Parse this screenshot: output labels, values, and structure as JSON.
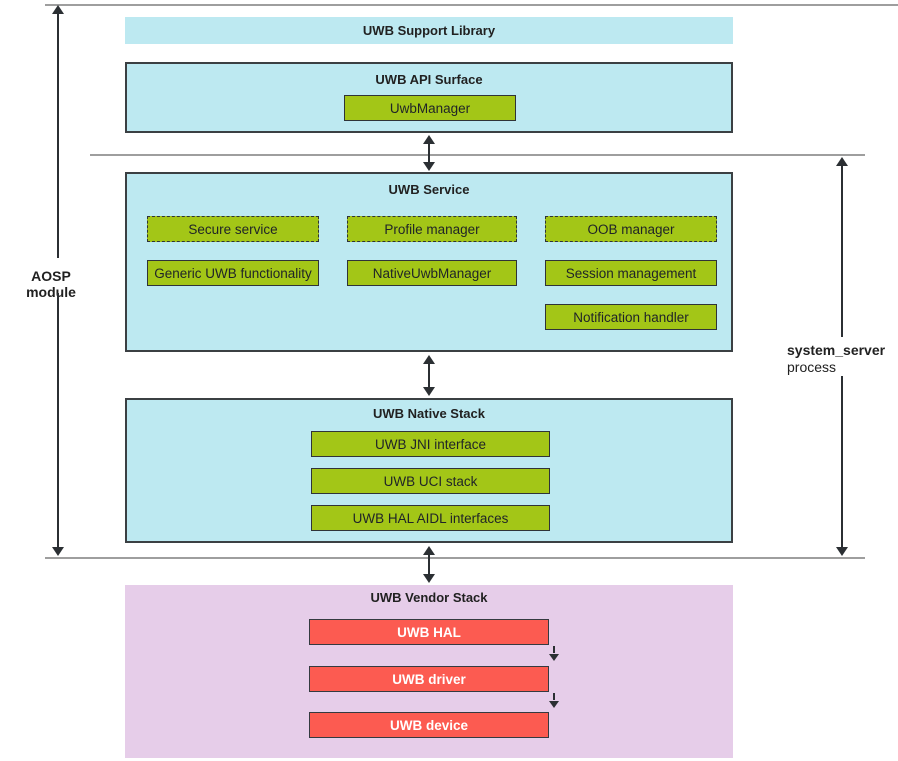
{
  "side_labels": {
    "aosp": "AOSP module",
    "system_server": "system_server",
    "process": "process"
  },
  "support_library": {
    "title": "UWB Support Library"
  },
  "api_surface": {
    "title": "UWB API Surface",
    "items": [
      "UwbManager"
    ]
  },
  "service": {
    "title": "UWB Service",
    "dashed_items": [
      "Secure service",
      "Profile manager",
      "OOB manager"
    ],
    "solid_items": [
      "Generic UWB functionality",
      "NativeUwbManager",
      "Session management"
    ],
    "extra_items": [
      "Notification handler"
    ]
  },
  "native_stack": {
    "title": "UWB Native Stack",
    "items": [
      "UWB JNI interface",
      "UWB UCI stack",
      "UWB HAL AIDL interfaces"
    ]
  },
  "vendor_stack": {
    "title": "UWB Vendor Stack",
    "items": [
      "UWB HAL",
      "UWB driver",
      "UWB device"
    ]
  },
  "colors": {
    "cyan": "#BDE9F1",
    "green": "#A3C617",
    "red": "#FC5B51",
    "pink": "#E6CDE9",
    "line": "#9E9E9E",
    "ink": "#212121",
    "arrow": "#2b2f33",
    "border": "#3b4043"
  }
}
